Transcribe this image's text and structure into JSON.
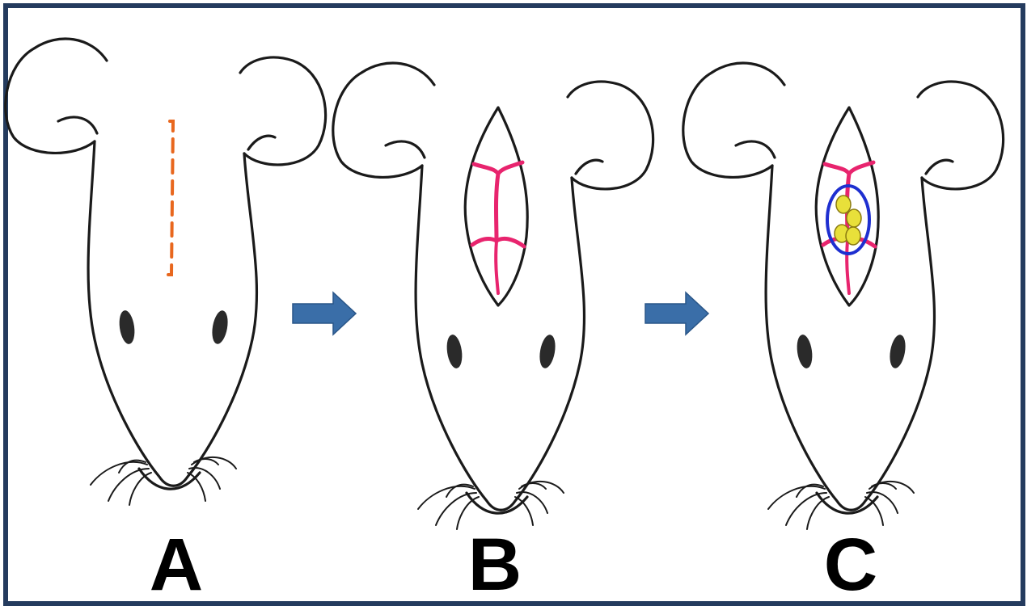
{
  "panels": [
    {
      "id": "A",
      "label": "A"
    },
    {
      "id": "B",
      "label": "B"
    },
    {
      "id": "C",
      "label": "C"
    }
  ],
  "colors": {
    "frame": "#243b5e",
    "arrow": "#3a6ea8",
    "incision": "#e8671e",
    "vessels": "#e8246e",
    "highlight_circle": "#1e2fd0",
    "cell_fill": "#e8e03a",
    "outline": "#1a1a1a"
  },
  "arrows": [
    {
      "id": "arrow-a-b",
      "icon": "right-arrow-icon"
    },
    {
      "id": "arrow-b-c",
      "icon": "right-arrow-icon"
    }
  ]
}
